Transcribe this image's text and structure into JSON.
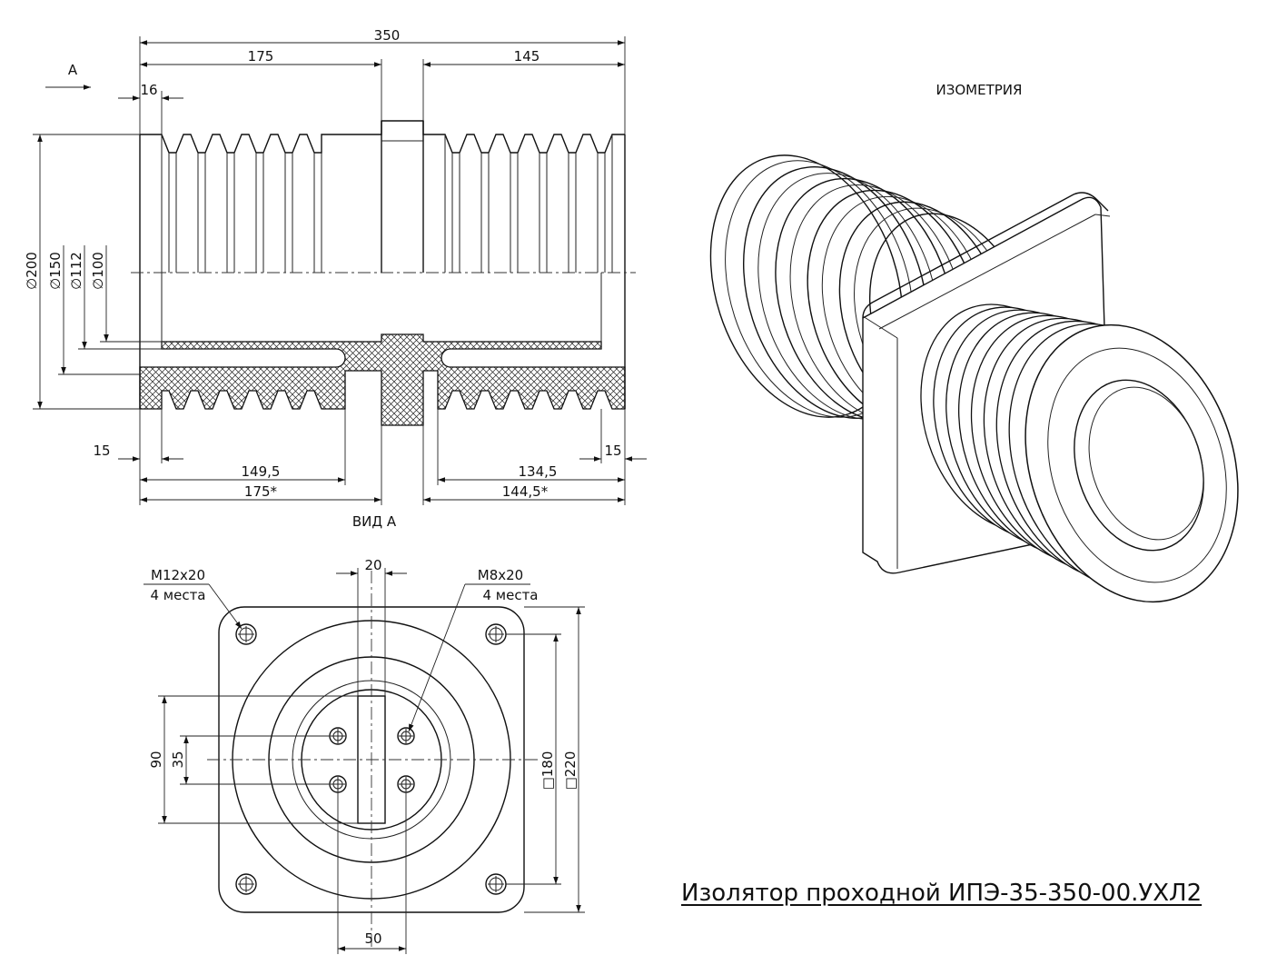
{
  "view_labels": {
    "arrow_label": "А",
    "view_a": "ВИД А",
    "isometry": "ИЗОМЕТРИЯ"
  },
  "dimensions": {
    "total_length": "350",
    "left_part": "175",
    "right_part": "145",
    "flange_offset": "16",
    "d200": "∅200",
    "d150": "∅150",
    "d112": "∅112",
    "d100": "∅100",
    "left_end": "15",
    "right_end": "15",
    "left_bore": "149,5",
    "right_bore": "134,5",
    "left_ref": "175*",
    "right_ref": "144,5*",
    "slot_width": "20",
    "inner_holes_h": "35",
    "inner_holes_v": "90",
    "inner_spacing_bottom": "50",
    "sq180": "□180",
    "sq220": "□220"
  },
  "callouts": {
    "m12_thread": "М12х20",
    "m12_count": "4 места",
    "m8_thread": "М8х20",
    "m8_count": "4 места"
  },
  "title": "Изолятор проходной ИПЭ-35-350-00.УХЛ2"
}
